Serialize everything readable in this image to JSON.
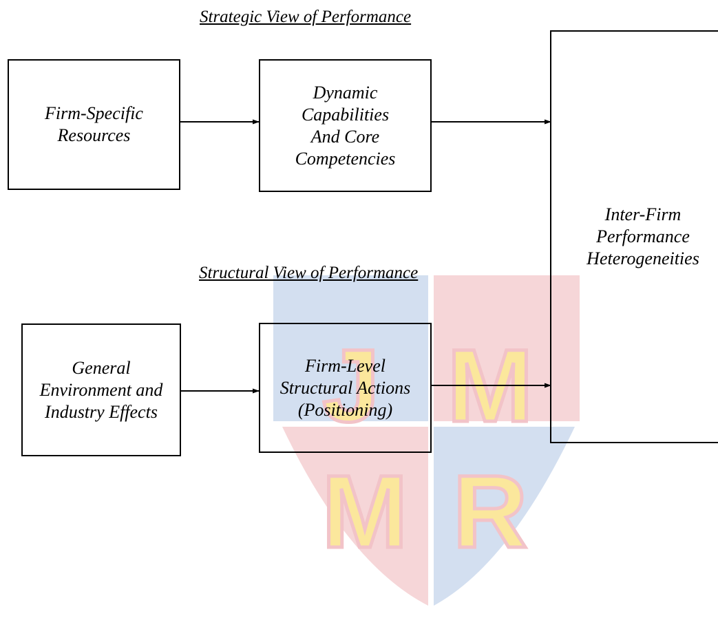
{
  "headings": {
    "strategic": "Strategic View of Performance",
    "structural": "Structural View of Performance"
  },
  "boxes": {
    "firm_specific_resources": "Firm-Specific\nResources",
    "dynamic_capabilities": "Dynamic\nCapabilities\nAnd Core\nCompetencies",
    "inter_firm_performance": "Inter-Firm\nPerformance\nHeterogeneities",
    "general_environment": "General\nEnvironment and\nIndustry Effects",
    "firm_level_actions": "Firm-Level\nStructural Actions\n(Positioning)"
  },
  "watermark": {
    "text": "JMMR",
    "colors": {
      "blue": "#d3dff0",
      "red": "#f6d6d8",
      "letter_fill": "#fbe79c",
      "letter_outline": "#f2c3c8"
    }
  },
  "colors": {
    "line": "#000000",
    "text": "#000000",
    "background": "#ffffff"
  }
}
